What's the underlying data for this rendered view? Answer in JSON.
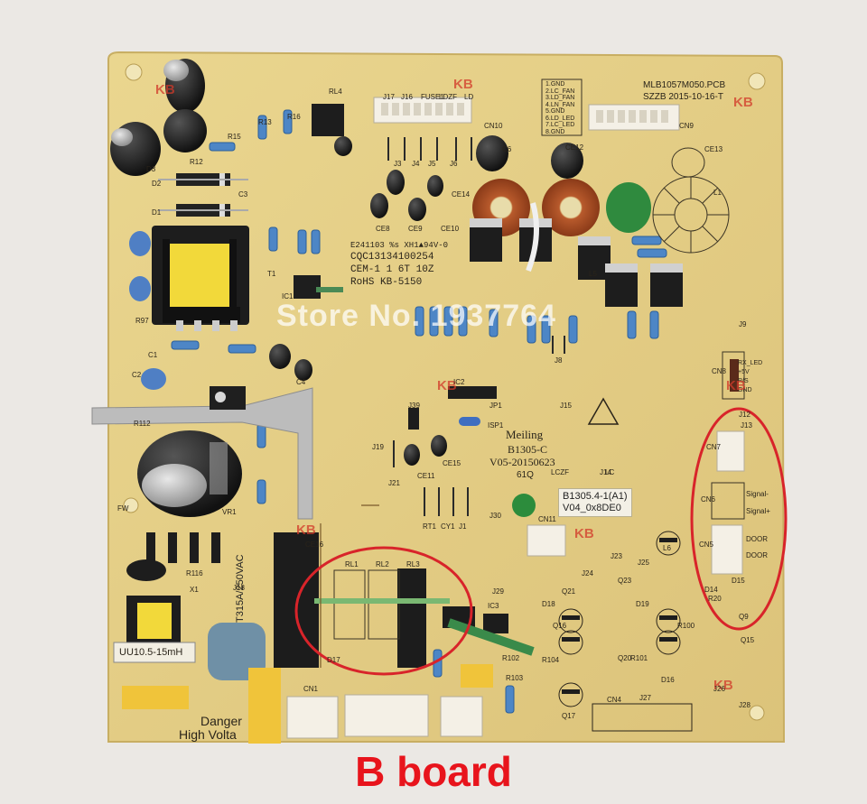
{
  "photo": {
    "watermark": "Store No. 1937764",
    "caption": "B board",
    "board_color": "#e6d18a",
    "highlight_color": "#d8242a"
  },
  "board": {
    "model": "MLB1057M050.PCB",
    "date": "SZZB 2015-10-16-T",
    "maker": "Meiling",
    "board_code": "B1305-C",
    "version": "V05-20150623",
    "lot": "61Q",
    "cert_lines": [
      "E241103 %s XH1▲94V-0",
      "CQC13134100254",
      "CEM-1 1 6T 10Z",
      "RoHS  KB-5150"
    ],
    "sticker_line1": "B1305.4-1(A1)",
    "sticker_line2": "V04_0x8DE0",
    "choke_label": "UU10.5-15mH",
    "fuse_label": "T315A/250VAC",
    "danger_label": "Danger",
    "high_voltage_label": "High Volta",
    "fan_pins": [
      "1.GND",
      "2.LC_FAN",
      "3.LD_FAN",
      "4.LN_FAN",
      "5.GND",
      "6.LD_LED",
      "7.LC_LED",
      "8.GND"
    ],
    "cn8_pins": [
      "RX_LED",
      "+5V",
      "R/S",
      "GND"
    ],
    "cn6_pins": [
      "Signal-",
      "Signal+"
    ],
    "cn5_pins": [
      "DOOR",
      "DOOR"
    ],
    "connector_tags": [
      "CN10",
      "CN9",
      "CN8",
      "CN7",
      "CN6",
      "CN5",
      "CN11",
      "CN4",
      "CN1"
    ],
    "kb_marks": [
      "KB",
      "KB",
      "KB",
      "KB",
      "KB",
      "KB",
      "KB",
      "KB"
    ],
    "refdes": [
      "R13",
      "R16",
      "R15",
      "R12",
      "D1",
      "D2",
      "D3",
      "T1",
      "IC1",
      "IC2",
      "IC3",
      "C1",
      "C2",
      "C3",
      "C4",
      "C6",
      "CE12",
      "CE13",
      "CE14",
      "CE8",
      "CE9",
      "CE10",
      "CE11",
      "CE15",
      "CE16",
      "RL1",
      "RL2",
      "RL3",
      "RL4",
      "J3",
      "J4",
      "J5",
      "J6",
      "J8",
      "J9",
      "J12",
      "J13",
      "J14",
      "J15",
      "J19",
      "J21",
      "J23",
      "J24",
      "J25",
      "J26",
      "J27",
      "J28",
      "J29",
      "J30",
      "J39",
      "JP1",
      "ISP1",
      "X1",
      "L1",
      "L5",
      "L6",
      "Q9",
      "Q15",
      "Q16",
      "Q17",
      "Q20",
      "Q21",
      "Q23",
      "D14",
      "D15",
      "D16",
      "D17",
      "D18",
      "D19",
      "R20",
      "R100",
      "R101",
      "R102",
      "R103",
      "R104",
      "R112",
      "R116",
      "R97",
      "VR1",
      "RT1",
      "CY1",
      "J1",
      "J18",
      "J17",
      "J16",
      "FUSE1",
      "LDZF",
      "LD",
      "LCZF",
      "LC",
      "FW"
    ]
  }
}
